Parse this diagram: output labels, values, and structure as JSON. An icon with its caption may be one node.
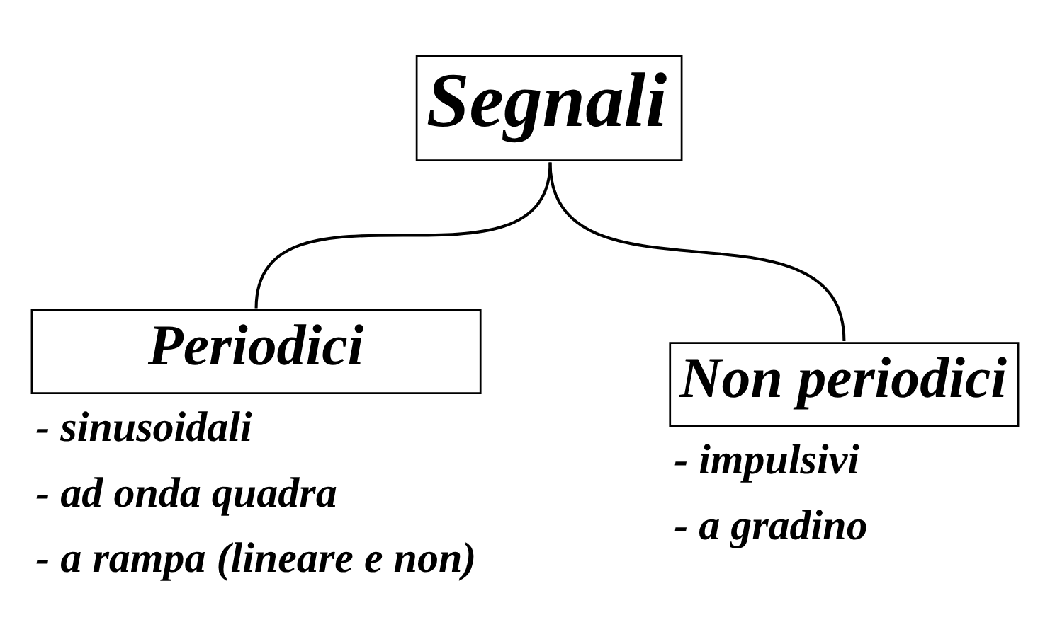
{
  "diagram": {
    "nodes": [
      {
        "text": [
          "Segnali"
        ]
      },
      {
        "text": [
          "Periodici"
        ],
        "beside": [
          "- sinusoidali",
          "- ad onda quadra",
          "- a rampa (lineare e non)"
        ]
      },
      {
        "text": [
          "Non periodici"
        ],
        "beside": [
          "- impulsivi",
          "- a gradino"
        ]
      }
    ],
    "edges": [
      {
        "from": 0,
        "to": 1,
        "arrow": "none"
      },
      {
        "from": 0,
        "to": 2,
        "arrow": "none"
      }
    ]
  }
}
